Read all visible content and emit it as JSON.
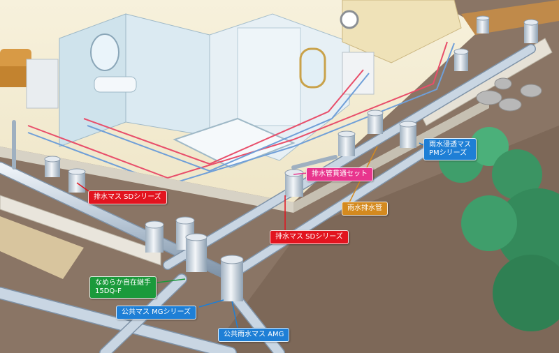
{
  "labels": {
    "sd_series_left": "排水マス SDシリーズ",
    "sd_series_center": "排水マス SDシリーズ",
    "pipe_through_set": "排水管貫通セット",
    "rain_drain_pipe": "雨水排水管",
    "rain_infiltration_line1": "雨水浸透マス",
    "rain_infiltration_line2": "PMシリーズ",
    "smooth_joint_line1": "なめらか自在継手",
    "smooth_joint_line2": "15DQ-F",
    "public_mg": "公共マス MGシリーズ",
    "public_rain_amg": "公共雨水マス AMG"
  },
  "colors": {
    "sewage_label": "#e2141f",
    "public_label": "#1e7fd6",
    "rain_label": "#d48a1f",
    "through_label": "#e8358d",
    "joint_label": "#1a9a3b",
    "soil": "#8a7565",
    "pipe": "#c9d6e3"
  }
}
